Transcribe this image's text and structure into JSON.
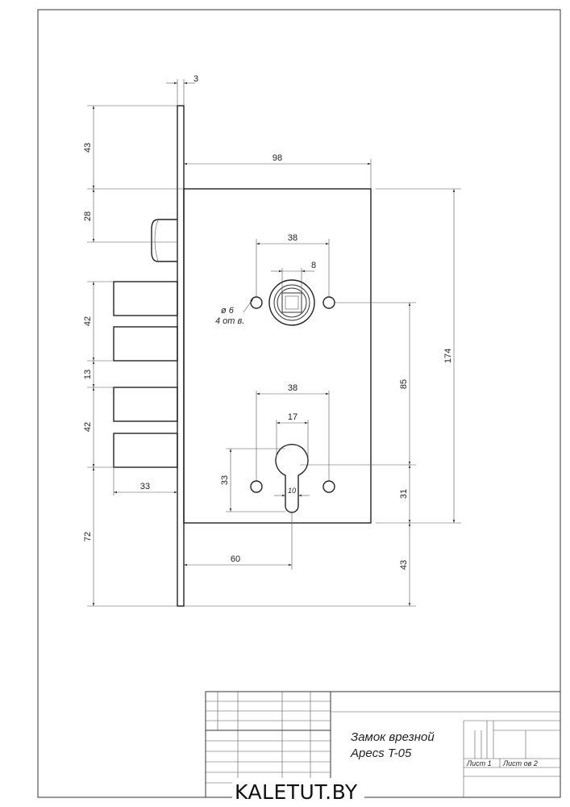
{
  "dimensions": {
    "faceplate_thickness": "3",
    "top_to_latch": "43",
    "latch_offset": "28",
    "body_width": "98",
    "spindle_pitch": "38",
    "spindle_square": "8",
    "bolt_height_top": "42",
    "bolt_gap": "13",
    "bolt_height_bottom": "42",
    "body_height": "174",
    "hole_dia": "ø 6",
    "hole_count": "4 от в.",
    "spindle_to_cylinder": "85",
    "cylinder_pitch": "38",
    "cylinder_width": "17",
    "cylinder_height": "33",
    "cylinder_slot": "10",
    "bolt_throw": "33",
    "cylinder_to_body_bottom": "31",
    "bottom_to_body": "72",
    "backset": "60",
    "body_bottom_to_plate_end": "43"
  },
  "title_block": {
    "name_line1": "Замок врезной",
    "name_line2": "Apecs T-05",
    "sheet_label": "Лист  1",
    "sheets_label": "Лист ов 2"
  },
  "watermark": "KALETUT.BY"
}
